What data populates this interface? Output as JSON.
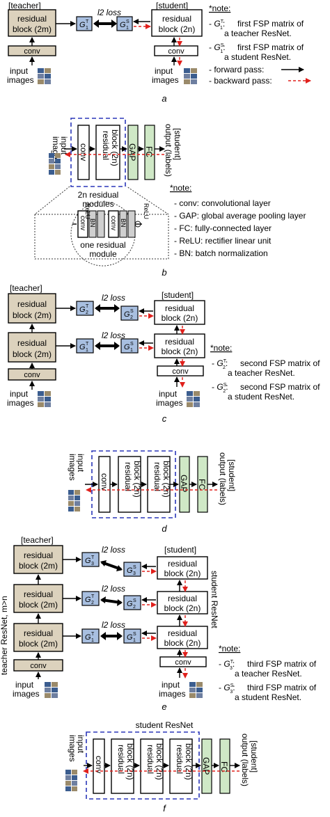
{
  "labels": {
    "teacher": "[teacher]",
    "student": "[student]",
    "residual": "residual",
    "block_2m": "block (2m)",
    "block_2n": "block (2n)",
    "conv": "conv",
    "input": "input",
    "images": "images",
    "l2_loss": "l2 loss",
    "G": "G",
    "T": "T",
    "S": "S",
    "GAP": "GAP",
    "FC": "FC",
    "output_labels": "output (labels)",
    "student_bracket": "[student]",
    "student_resnet": "student ResNet",
    "teacher_resnet": "teacher ResNet, m>n",
    "two_n_residual": "2n residual",
    "modules": "modules",
    "one_residual": "one residual",
    "module": "module",
    "relu": "ReLU",
    "bn": "BN"
  },
  "panel_letters": [
    "a",
    "b",
    "c",
    "d",
    "e",
    "f"
  ],
  "note_a": {
    "title": "*note:",
    "items": [
      {
        "sym": "G1T",
        "text": "first FSP matrix of"
      },
      {
        "sym": "",
        "text": "a teacher ResNet."
      },
      {
        "sym": "G1S",
        "text": "first FSP matrix of"
      },
      {
        "sym": "",
        "text": "a student ResNet."
      },
      {
        "sym": "",
        "text": "- forward pass:"
      },
      {
        "sym": "",
        "text": "- backward pass:"
      }
    ]
  },
  "note_b": {
    "title": "*note:",
    "items": [
      "- conv: convolutional layer",
      "- GAP: global average pooling layer",
      "- FC: fully-connected layer",
      "- ReLU: rectifier linear unit",
      "- BN: batch normalization"
    ]
  },
  "note_c": {
    "title": "*note:",
    "l1": "second FSP matrix of",
    "l2": "a teacher ResNet.",
    "l3": "second FSP matrix of",
    "l4": "a student ResNet."
  },
  "note_e": {
    "title": "*note:",
    "l1": "third FSP matrix of",
    "l2": "a teacher ResNet.",
    "l3": "third FSP matrix of",
    "l4": "a student ResNet."
  },
  "colors": {
    "teacher_block": "#dcd2bd",
    "fsp_box": "#a8bfe0",
    "gap_fc": "#cfe8c6",
    "backward": "#e0201c",
    "module_border": "#2a36b8"
  }
}
